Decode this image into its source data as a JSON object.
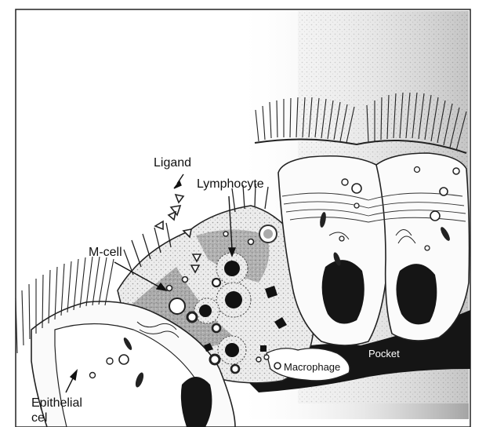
{
  "figure": {
    "labels": {
      "ligand": "Ligand",
      "lymphocyte": "Lymphocyte",
      "m_cell": "M-cell",
      "macrophage": "Macrophage",
      "pocket": "Pocket",
      "epithelial_line1": "Epithelial",
      "epithelial_line2": "cel"
    },
    "colors": {
      "ink": "#111111",
      "shade": "#8a8a8a",
      "dark_shade": "#3a3a3a",
      "stipple": "#cfcfcf",
      "paper": "#ffffff"
    }
  }
}
